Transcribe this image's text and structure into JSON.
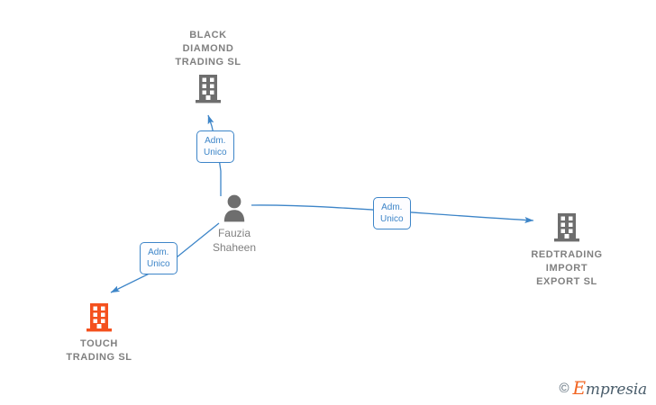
{
  "diagram": {
    "type": "corporate-relationship-graph",
    "background_color": "#ffffff",
    "colors": {
      "company_gray": "#6e6e6e",
      "company_orange": "#f4511e",
      "person_gray": "#6e6e6e",
      "edge_blue": "#3d85c8",
      "label_gray": "#808080",
      "relation_text": "#3d85c8"
    },
    "center_person": {
      "name": "Fauzia\nShaheen",
      "icon": "person-icon",
      "icon_color": "#6e6e6e"
    },
    "companies": [
      {
        "id": "black-diamond",
        "name": "BLACK\nDIAMOND\nTRADING  SL",
        "icon": "building-icon",
        "icon_color": "#6e6e6e",
        "label_position": "above"
      },
      {
        "id": "touch-trading",
        "name": "TOUCH\nTRADING  SL",
        "icon": "building-icon",
        "icon_color": "#f4511e",
        "label_position": "below"
      },
      {
        "id": "redtrading",
        "name": "REDTRADING\nIMPORT\nEXPORT  SL",
        "icon": "building-icon",
        "icon_color": "#6e6e6e",
        "label_position": "below"
      }
    ],
    "relations": [
      {
        "id": "rel-black-diamond",
        "label": "Adm.\nUnico",
        "from": "center_person",
        "to": "black-diamond",
        "direction": "up"
      },
      {
        "id": "rel-redtrading",
        "label": "Adm.\nUnico",
        "from": "center_person",
        "to": "redtrading",
        "direction": "right"
      },
      {
        "id": "rel-touch-trading",
        "label": "Adm.\nUnico",
        "from": "center_person",
        "to": "touch-trading",
        "direction": "down-left"
      }
    ]
  },
  "watermark": {
    "copyright_symbol": "©",
    "brand_initial": "E",
    "brand_rest": "mpresia"
  }
}
